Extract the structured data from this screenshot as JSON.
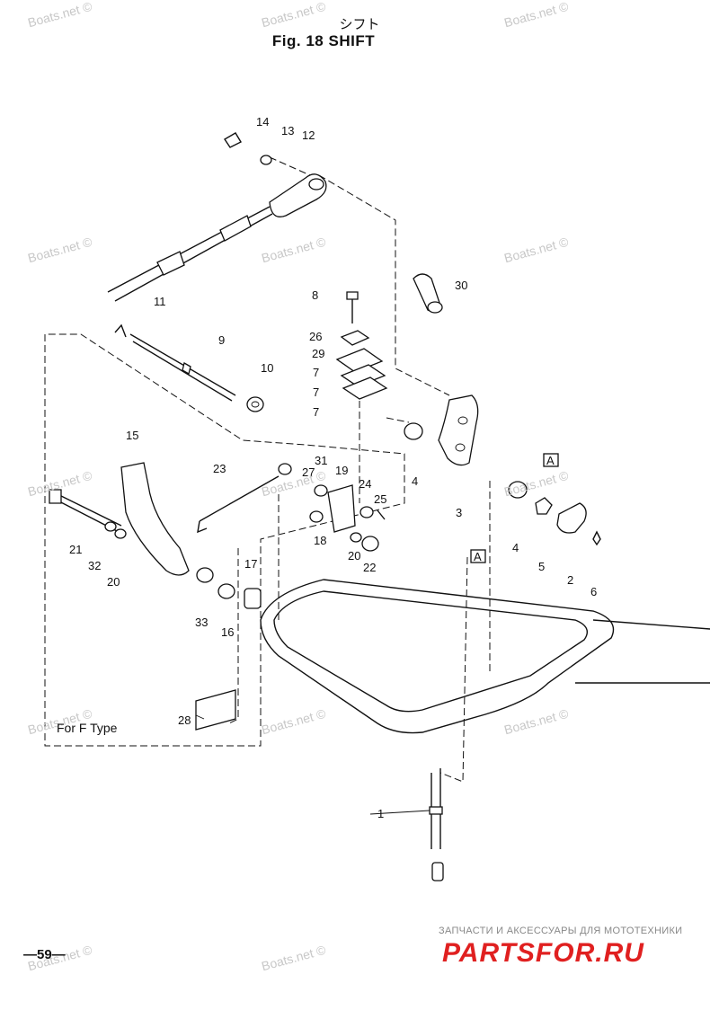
{
  "header": {
    "title_jp": "シフト",
    "title_en": "Fig. 18   SHIFT"
  },
  "watermark": "Boats.net ©",
  "callouts": [
    "1",
    "2",
    "3",
    "4",
    "4",
    "5",
    "6",
    "7",
    "7",
    "7",
    "8",
    "9",
    "10",
    "11",
    "12",
    "13",
    "14",
    "15",
    "16",
    "17",
    "18",
    "19",
    "20",
    "20",
    "21",
    "22",
    "23",
    "24",
    "25",
    "26",
    "27",
    "28",
    "29",
    "30",
    "31",
    "32",
    "33"
  ],
  "box_marker": "A",
  "note": "For  F  Type",
  "page_number": "—59—",
  "brand": {
    "tagline": "ЗАПЧАСТИ И АКСЕССУАРЫ ДЛЯ МОТОТЕХНИКИ",
    "name": "PARTSFOR.RU",
    "color": "#e02020"
  }
}
